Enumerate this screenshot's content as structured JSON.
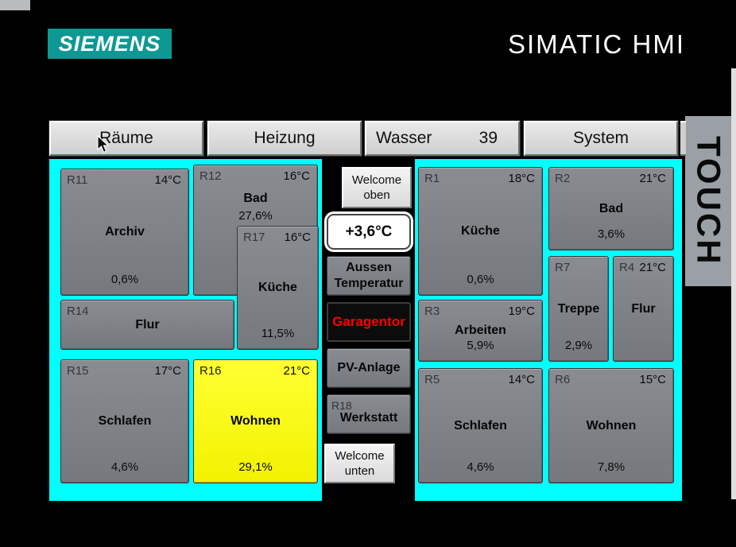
{
  "header": {
    "logo_text": "SIEMENS",
    "product_title": "SIMATIC HMI",
    "bezel_label": "TOUCH"
  },
  "nav_tabs": [
    {
      "label": "Räume",
      "value": ""
    },
    {
      "label": "Heizung",
      "value": ""
    },
    {
      "label": "Wasser",
      "value": "39"
    },
    {
      "label": "System",
      "value": ""
    }
  ],
  "rooms": [
    {
      "id": "R11",
      "temp": "14°C",
      "name": "Archiv",
      "percent": "0,6%"
    },
    {
      "id": "R12",
      "temp": "16°C",
      "name": "Bad",
      "percent": "27,6%"
    },
    {
      "id": "R17",
      "temp": "16°C",
      "name": "Küche",
      "percent": "11,5%"
    },
    {
      "id": "R14",
      "temp": "",
      "name": "Flur",
      "percent": ""
    },
    {
      "id": "R15",
      "temp": "17°C",
      "name": "Schlafen",
      "percent": "4,6%"
    },
    {
      "id": "R16",
      "temp": "21°C",
      "name": "Wohnen",
      "percent": "29,1%"
    },
    {
      "id": "R1",
      "temp": "18°C",
      "name": "Küche",
      "percent": "0,6%"
    },
    {
      "id": "R2",
      "temp": "21°C",
      "name": "Bad",
      "percent": "3,6%"
    },
    {
      "id": "R7",
      "temp": "",
      "name": "Treppe",
      "percent": "2,9%"
    },
    {
      "id": "R4",
      "temp": "21°C",
      "name": "Flur",
      "percent": ""
    },
    {
      "id": "R3",
      "temp": "19°C",
      "name": "Arbeiten",
      "percent": "5,9%"
    },
    {
      "id": "R5",
      "temp": "14°C",
      "name": "Schlafen",
      "percent": "4,6%"
    },
    {
      "id": "R6",
      "temp": "15°C",
      "name": "Wohnen",
      "percent": "7,8%"
    }
  ],
  "controls": {
    "welcome_top": {
      "line1": "Welcome",
      "line2": "oben"
    },
    "outside_temp_value": "+3,6°C",
    "outside_temp_button": {
      "line1": "Aussen",
      "line2": "Temperatur"
    },
    "garage_door": "Garagentor",
    "pv_plant": "PV-Anlage",
    "workshop": {
      "id": "R18",
      "label": "Werkstatt"
    },
    "welcome_bottom": {
      "line1": "Welcome",
      "line2": "unten"
    }
  },
  "colors": {
    "panel_background": "#00ffff",
    "highlight_room": "#ffff00",
    "alert_text": "#ff0000",
    "brand_teal": "#0e9894"
  }
}
